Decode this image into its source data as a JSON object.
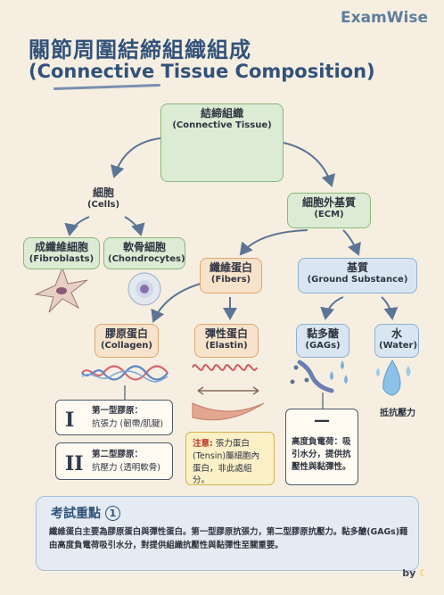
{
  "brand": "ExamWise",
  "title": {
    "zh": "關節周圍結締組織組成",
    "en": "(Connective Tissue Composition)"
  },
  "nodes": {
    "root": {
      "zh": "結締組織",
      "en": "(Connective Tissue)"
    },
    "cells": {
      "zh": "細胞",
      "en": "(Cells)"
    },
    "ecm": {
      "zh": "細胞外基質",
      "en": "(ECM)"
    },
    "fibroblasts": {
      "zh": "成纖維細胞",
      "en": "(Fibroblasts)"
    },
    "chondrocytes": {
      "zh": "軟骨細胞",
      "en": "(Chondrocytes)"
    },
    "fibers": {
      "zh": "纖維蛋白",
      "en": "(Fibers)"
    },
    "ground": {
      "zh": "基質",
      "en": "(Ground Substance)"
    },
    "collagen": {
      "zh": "膠原蛋白",
      "en": "(Collagen)"
    },
    "elastin": {
      "zh": "彈性蛋白",
      "en": "(Elastin)"
    },
    "gags": {
      "zh": "黏多醣",
      "en": "(GAGs)"
    },
    "water": {
      "zh": "水",
      "en": "(Water)"
    }
  },
  "collagen_types": {
    "type1": {
      "numeral": "I",
      "name": "第一型膠原：",
      "desc": "抗張力 (韌帶/肌腱)"
    },
    "type2": {
      "numeral": "II",
      "name": "第二型膠原：",
      "desc": "抗壓力 (透明軟骨)"
    }
  },
  "elastin_note": {
    "label": "注意:",
    "text": "張力蛋白(Tensin)屬細胞內蛋白，非此處組分。"
  },
  "gags_card": {
    "symbol": "—",
    "text": "高度負電荷：吸引水分，提供抗壓性與黏彈性。"
  },
  "water_caption": "抵抗壓力",
  "key_points": {
    "title": "考試重點",
    "number": "1",
    "text": "纖維蛋白主要為膠原蛋白與彈性蛋白。第一型膠原抗張力，第二型膠原抗壓力。黏多醣(GAGs)藉由高度負電荷吸引水分，對提供組織抗壓性與黏彈性至關重要。"
  },
  "byline": "by"
}
